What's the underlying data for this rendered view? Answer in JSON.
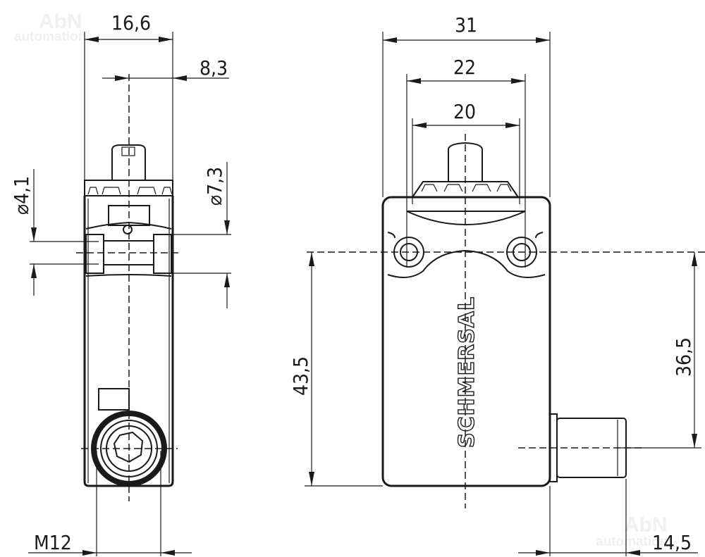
{
  "watermark": {
    "line1": "AbN",
    "line2": "automation"
  },
  "side_view": {
    "dimensions": {
      "width_total": "16,6",
      "half_width": "8,3",
      "hole_diameter": "⌀4,1",
      "counterbore_diameter": "⌀7,3",
      "connector_thread": "M12"
    }
  },
  "front_view": {
    "brand_label": "SCHMERSAL",
    "dimensions": {
      "width_total": "31",
      "hole_spacing": "22",
      "actuator_width": "20",
      "height_total": "43,5",
      "hole_to_connector": "36,5",
      "connector_length": "14,5"
    }
  }
}
